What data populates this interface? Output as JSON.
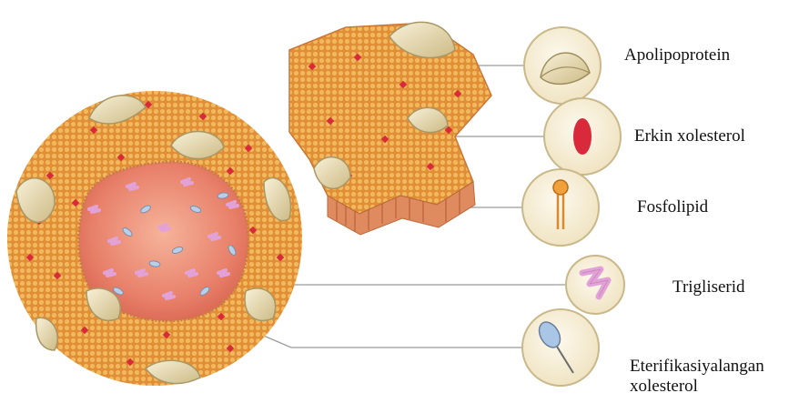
{
  "legend": [
    {
      "id": "apolipoprotein",
      "label": "Apolipoprotein",
      "icon": "apolipoprotein-icon"
    },
    {
      "id": "free-cholesterol",
      "label": "Erkin xolesterol",
      "icon": "free-cholesterol-icon"
    },
    {
      "id": "phospholipid",
      "label": "Fosfolipid",
      "icon": "phospholipid-icon"
    },
    {
      "id": "triglyceride",
      "label": "Trigliserid",
      "icon": "triglyceride-icon"
    },
    {
      "id": "esterified-cholesterol",
      "label_line1": "Eterifikasiyalangan",
      "label_line2": "xolesterol",
      "icon": "esterified-cholesterol-icon"
    }
  ],
  "colors": {
    "shell": "#e39a3c",
    "bead": "#f6c368",
    "cholesterol": "#d82a3a",
    "core": "#e87e61",
    "triglyceride": "#e2a2d8",
    "apoprotein": "#e9dcb4",
    "ester": "#a9c6e6",
    "leader": "#9a9a9a",
    "circle_fill": "#f7efd9",
    "circle_stroke": "#c9b88a"
  }
}
